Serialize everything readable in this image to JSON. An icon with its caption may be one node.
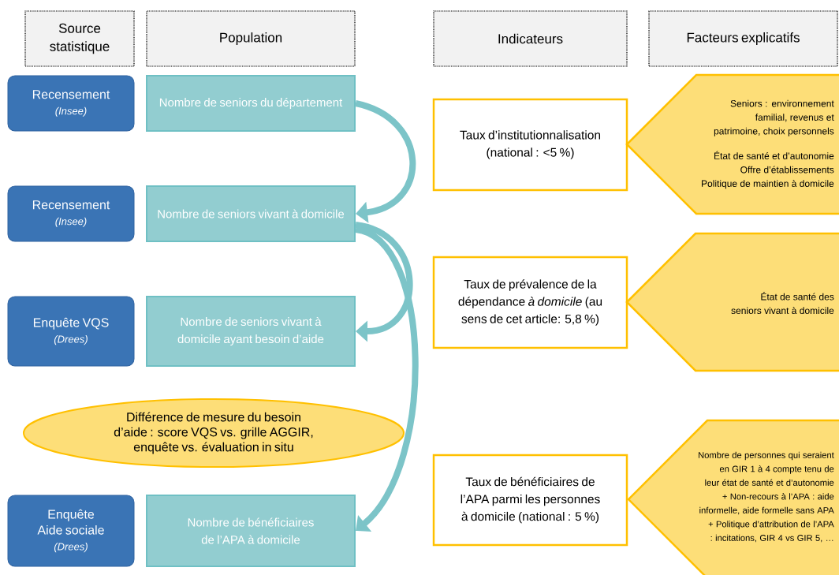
{
  "diagram": {
    "nodes": [
      {
        "text": [
          "Source statistique"
        ]
      },
      {
        "text": [
          "Population"
        ]
      },
      {
        "text": [
          "Indicateurs"
        ]
      },
      {
        "text": [
          "Facteurs explicatifs"
        ]
      },
      {
        "text": [
          "Recensement",
          "(Insee)"
        ]
      },
      {
        "text": [
          "Nombre de seniors du département"
        ]
      },
      {
        "text": [
          "Taux d’institutionnalisation (national : <5 %)"
        ]
      },
      {
        "text": [
          "Seniors : environnement familial, revenus et patrimoine, choix personnels",
          "État de santé et d’autonomie",
          "Offre d’établissements",
          "Politique de maintien à domicile"
        ]
      },
      {
        "text": [
          "Recensement",
          "(Insee)"
        ]
      },
      {
        "text": [
          "Nombre de seniors vivant à domicile"
        ]
      },
      {
        "text": [
          "Enquête VQS",
          "(Drees)"
        ]
      },
      {
        "text": [
          "Nombre de seniors vivant à domicile ayant besoin d’aide"
        ]
      },
      {
        "text": [
          "Taux de prévalence de la dépendance *à domicile* (au sens de cet article: 5,8 %)"
        ]
      },
      {
        "text": [
          "État de santé des seniors vivant à domicile"
        ]
      },
      {
        "text": [
          "Différence de mesure du besoin d’aide : score VQS vs. grille AGGIR, enquête vs. évaluation in situ"
        ]
      },
      {
        "text": [
          "Taux de bénéficiaires de l’APA parmi les personnes à domicile (national : 5 %)"
        ]
      },
      {
        "text": [
          "Nombre de personnes qui seraient en GIR 1 à 4 compte tenu de leur état de santé et d’autonomie",
          "+ Non-recours à l’APA : aide informelle, aide formelle sans APA",
          "+ Politique d’attribution de l’APA : incitations, GIR 4 vs GIR 5, …"
        ]
      },
      {
        "text": [
          "Enquête Aide sociale",
          "(Drees)"
        ]
      },
      {
        "text": [
          "Nombre de bénéficiaires de l’APA à domicile"
        ]
      }
    ],
    "edges": [
      {
        "from": 5,
        "to": 9,
        "arrow": "to"
      },
      {
        "from": 9,
        "to": 11,
        "arrow": "to"
      },
      {
        "from": 9,
        "to": 18,
        "arrow": "to"
      }
    ]
  }
}
